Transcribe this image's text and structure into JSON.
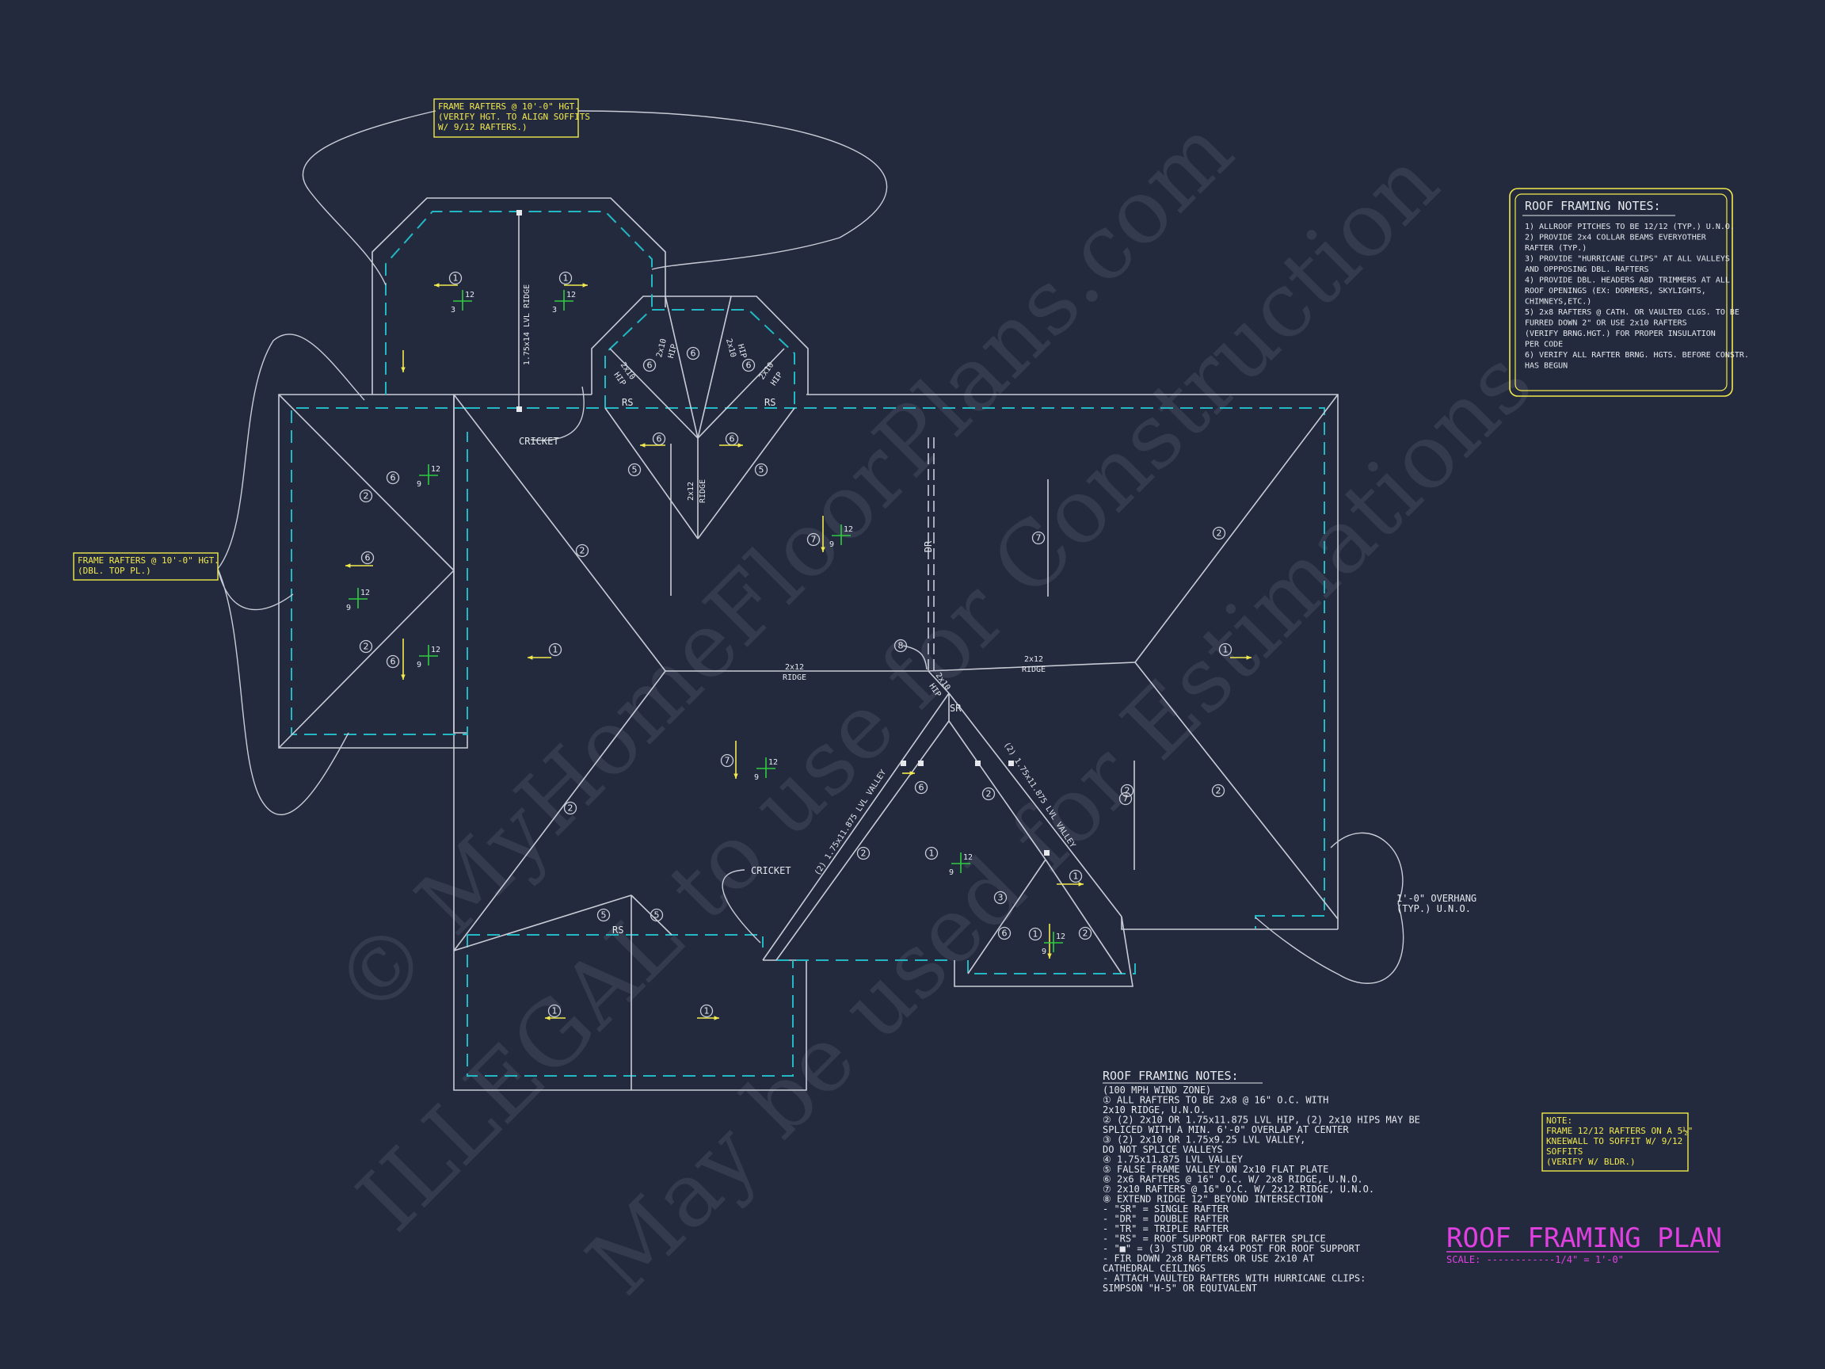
{
  "watermark": {
    "line1": "© MyHomeFloorPlans.com",
    "line2": "ILLEGAL to use for Construction",
    "line3": "May be used for Estimations"
  },
  "callouts": {
    "top": [
      "FRAME RAFTERS @ 10'-0\" HGT.",
      "(VERIFY HGT. TO ALIGN SOFFITS",
      "W/ 9/12 RAFTERS.)"
    ],
    "left": [
      "FRAME RAFTERS @ 10'-0\" HGT.",
      "(DBL. TOP PL.)"
    ],
    "note_box": [
      "NOTE:",
      "FRAME 12/12 RAFTERS ON A 5½\"",
      "KNEEWALL TO SOFFIT W/ 9/12",
      "SOFFITS",
      "(VERIFY W/ BLDR.)"
    ]
  },
  "labels": {
    "lvl_ridge": "1.75x14 LVL RIDGE",
    "cricket": "CRICKET",
    "rs": "RS",
    "sr": "SR",
    "dr": "DR",
    "ridge_2x12": "2x12",
    "ridge": "RIDGE",
    "hip_2x10": "2x10",
    "hip": "HIP",
    "valley": "(2) 1.75x11.875 LVL VALLEY",
    "overhang": [
      "1'-0\" OVERHANG",
      "(TYP.) U.N.O."
    ],
    "pitch_12": "12",
    "pitch_3": "3",
    "pitch_9": "9"
  },
  "notes_right": {
    "title": "ROOF FRAMING NOTES:",
    "items": [
      "1) ALLROOF PITCHES TO BE  12/12 (TYP.) U.N.O.",
      "2) PROVIDE 2x4 COLLAR BEAMS EVERYOTHER",
      "   RAFTER (TYP.)",
      "3) PROVIDE \"HURRICANE CLIPS\" AT ALL VALLEYS",
      "   AND OPPPOSING DBL. RAFTERS",
      "4) PROVIDE DBL. HEADERS ABD TRIMMERS AT ALL",
      "   ROOF OPENINGS (EX: DORMERS, SKYLIGHTS,",
      "   CHIMNEYS,ETC.)",
      "5) 2x8 RAFTERS @ CATH. OR VAULTED CLGS. TO BE",
      "   FURRED DOWN 2\" OR USE 2x10 RAFTERS",
      "   (VERIFY BRNG.HGT.) FOR PROPER INSULATION",
      "   PER CODE",
      "6) VERIFY ALL RAFTER BRNG. HGTS. BEFORE CONSTR.",
      "   HAS BEGUN"
    ]
  },
  "notes_bottom": {
    "title": "ROOF FRAMING NOTES:",
    "items": [
      "  (100 MPH WIND ZONE)",
      "① ALL RAFTERS TO BE 2x8 @ 16\" O.C. WITH",
      "   2x10 RIDGE, U.N.O.",
      "② (2) 2x10 OR 1.75x11.875 LVL HIP, (2) 2x10 HIPS MAY BE",
      "   SPLICED WITH A MIN. 6'-0\" OVERLAP AT CENTER",
      "③ (2) 2x10 OR 1.75x9.25 LVL VALLEY,",
      "   DO NOT SPLICE VALLEYS",
      "④ 1.75x11.875 LVL VALLEY",
      "⑤ FALSE FRAME VALLEY ON 2x10 FLAT PLATE",
      "⑥ 2x6 RAFTERS @ 16\" O.C. W/ 2x8 RIDGE, U.N.O.",
      "⑦ 2x10 RAFTERS @ 16\" O.C. W/ 2x12 RIDGE, U.N.O.",
      "⑧ EXTEND RIDGE 12\" BEYOND INTERSECTION",
      "-  \"SR\" = SINGLE RAFTER",
      "-  \"DR\" = DOUBLE RAFTER",
      "-  \"TR\" = TRIPLE RAFTER",
      "-  \"RS\" = ROOF SUPPORT FOR RAFTER SPLICE",
      "-  \"■\" = (3) STUD OR 4x4 POST FOR ROOF SUPPORT",
      "-  FIR DOWN 2x8 RAFTERS OR USE 2x10 AT",
      "   CATHEDRAL CEILINGS",
      "-  ATTACH VAULTED RAFTERS WITH HURRICANE CLIPS:",
      "   SIMPSON \"H-5\" OR EQUIVALENT"
    ]
  },
  "plan_title": {
    "title": "ROOF FRAMING PLAN",
    "scale": "SCALE: ------------1/4\" = 1'-0\""
  },
  "tags": {
    "1": "1",
    "2": "2",
    "3": "3",
    "5": "5",
    "6": "6",
    "7": "7",
    "8": "8"
  },
  "colors": {
    "background": "#232a3d",
    "linework": "#c9ccd6",
    "dashed_wall": "#22b8c4",
    "callout": "#f2e94e",
    "pitch_symbol": "#2ecc40",
    "title": "#e040e0"
  }
}
